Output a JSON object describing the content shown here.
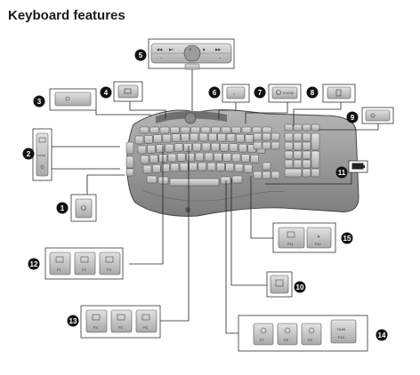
{
  "title": "Keyboard features",
  "callouts": [
    "1",
    "2",
    "3",
    "4",
    "5",
    "6",
    "7",
    "8",
    "9",
    "10",
    "11",
    "12",
    "13",
    "14",
    "15"
  ],
  "key_labels": {
    "zoom": "ZOOM",
    "f1": "F1",
    "f2": "F2",
    "f3": "F3",
    "f4": "F4",
    "f5": "F5",
    "f6": "F6",
    "f7": "F7",
    "f8": "F8",
    "f9": "F9",
    "f11": "F11",
    "f12": "F12",
    "num": "NUM",
    "f10": "F10"
  },
  "colors": {
    "line": "#222222",
    "callout": "#111111",
    "key": "#c9c9c9",
    "key_edge": "#555555",
    "body": "#9a9a9a"
  }
}
